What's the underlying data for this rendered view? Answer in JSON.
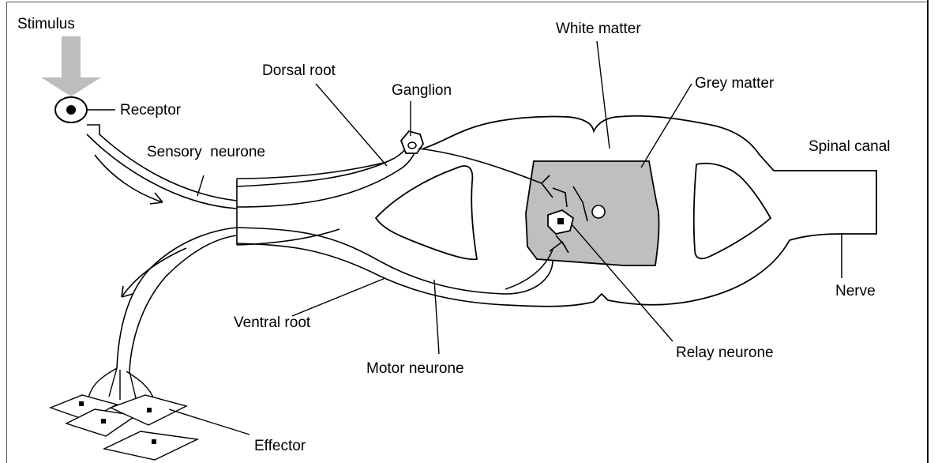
{
  "labels": {
    "stimulus": "Stimulus",
    "receptor": "Receptor",
    "sensory_neurone": "Sensory  neurone",
    "dorsal_root": "Dorsal root",
    "ganglion": "Ganglion",
    "white_matter": "White matter",
    "grey_matter": "Grey matter",
    "spinal_canal": "Spinal canal",
    "nerve": "Nerve",
    "ventral_root": "Ventral root",
    "motor_neurone": "Motor neurone",
    "relay_neurone": "Relay neurone",
    "effector": "Effector"
  },
  "colors": {
    "stimulus_arrow": "#bdbdbd",
    "grey_matter": "#bfbfbf",
    "outline": "#000000"
  }
}
